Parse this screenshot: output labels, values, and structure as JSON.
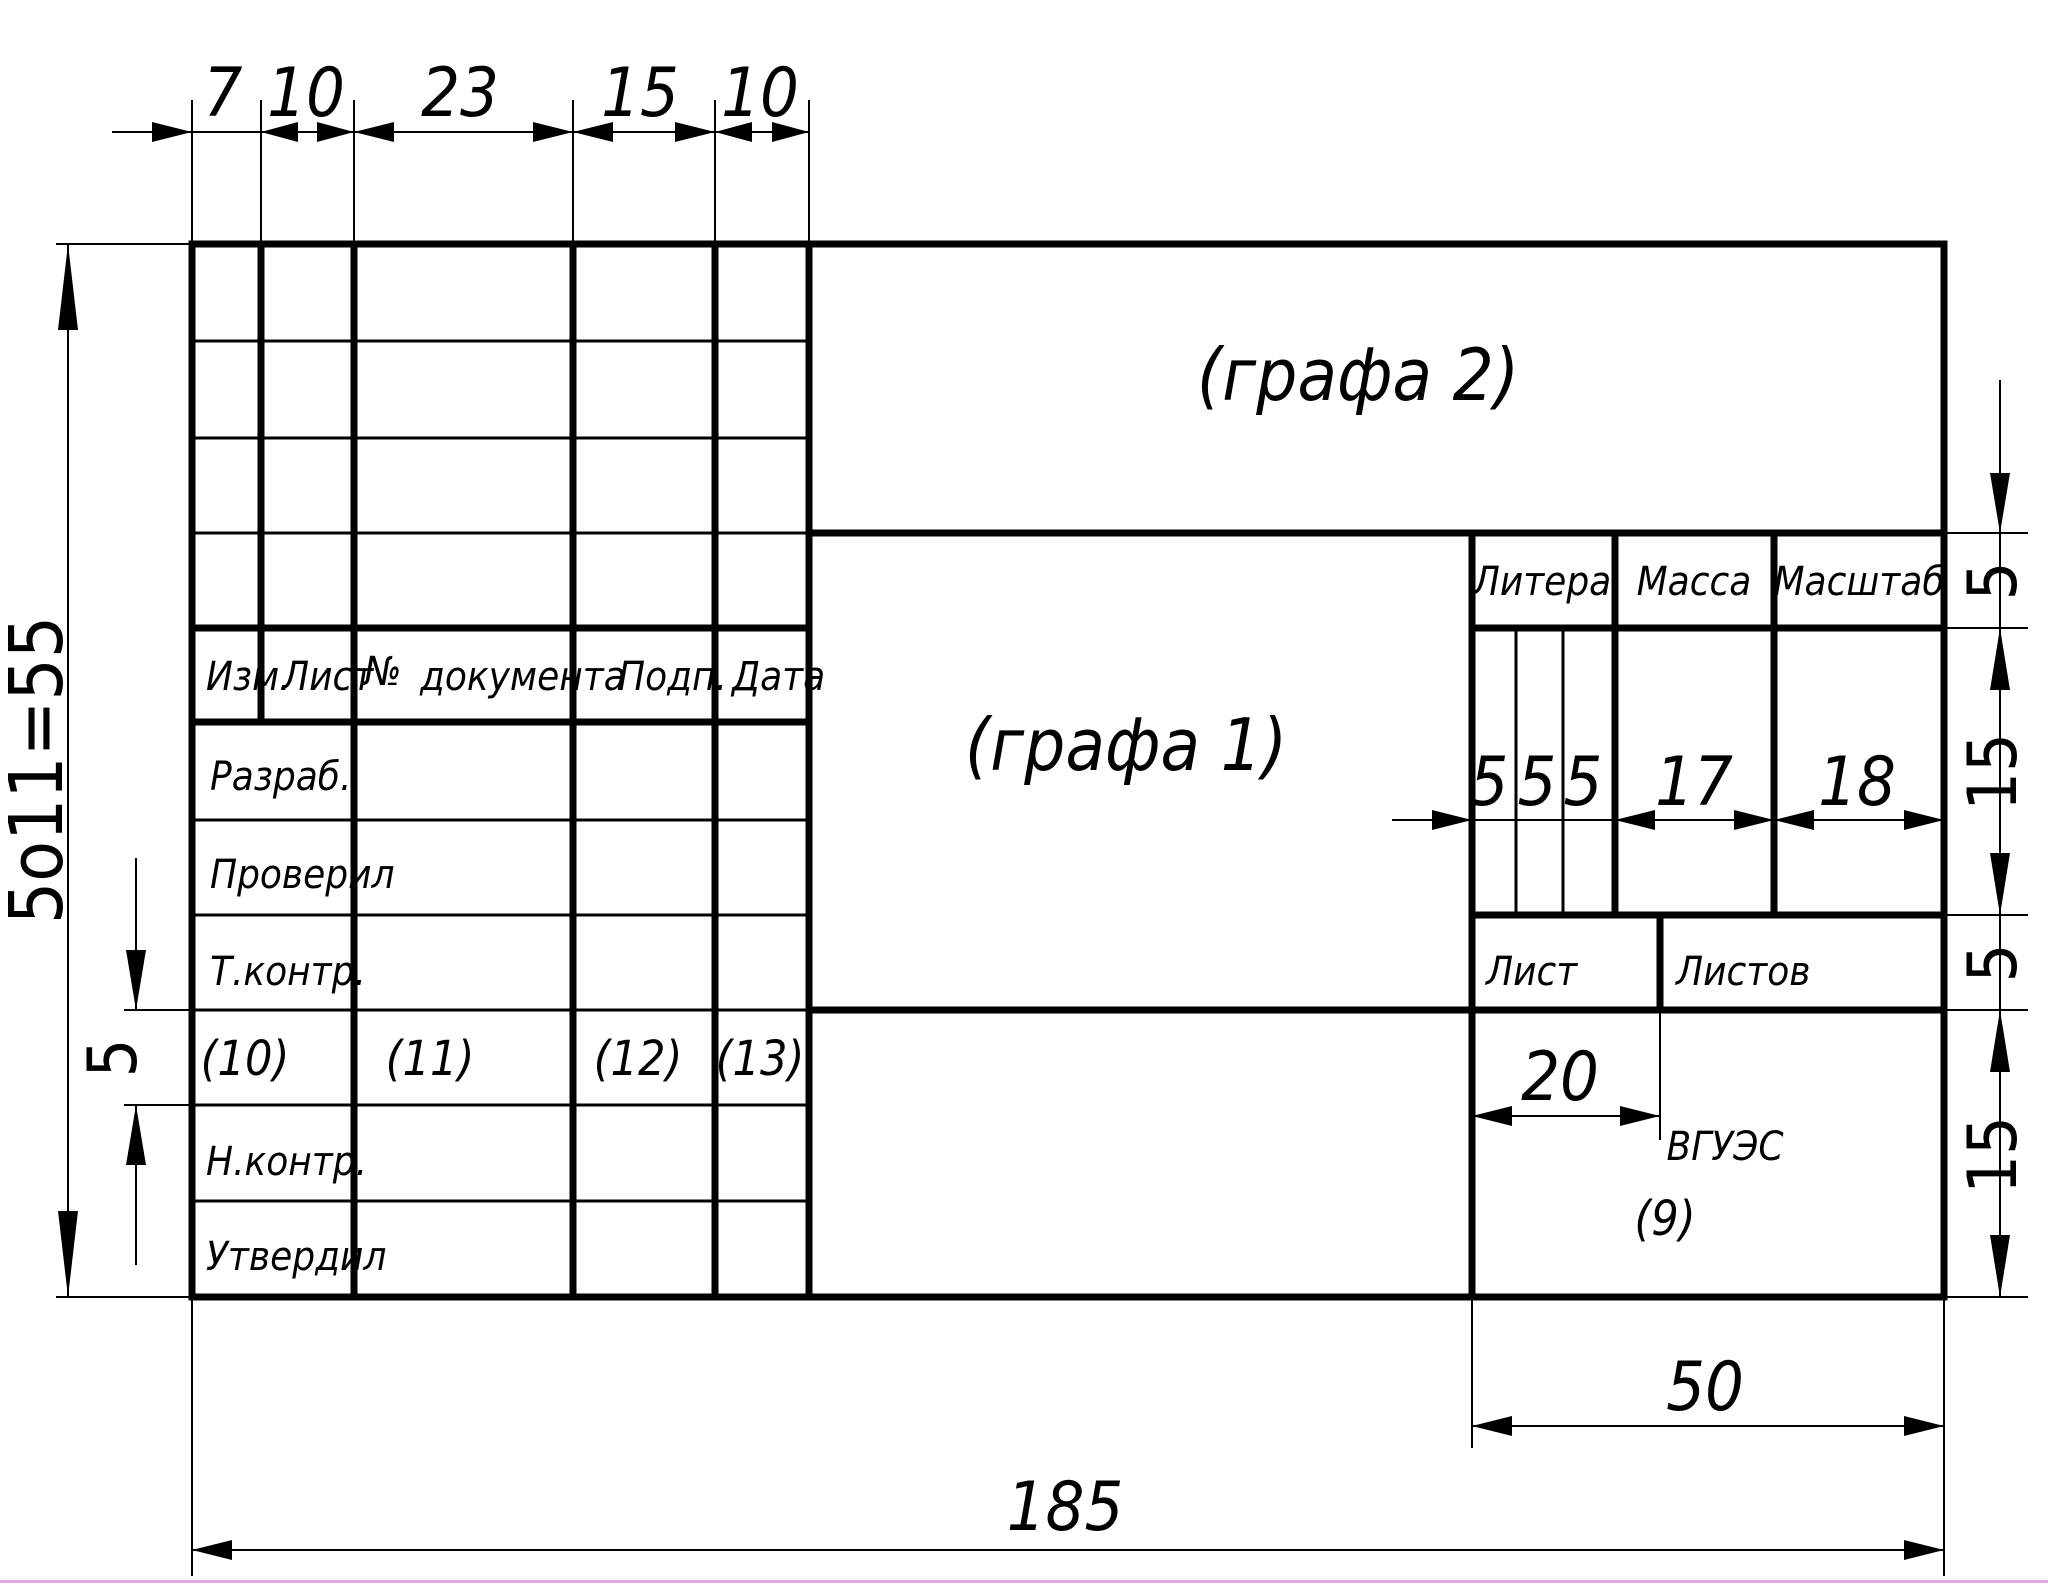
{
  "dimensions": {
    "top": [
      "7",
      "10",
      "23",
      "15",
      "10"
    ],
    "left_total": "5о11=55",
    "left_row": "5",
    "right": [
      "5",
      "15",
      "5",
      "15"
    ],
    "litera_cols": [
      "5",
      "5",
      "5"
    ],
    "massa_width": "17",
    "scale_width": "18",
    "list_width": "20",
    "bottom_block": "50",
    "bottom_total": "185"
  },
  "headers": {
    "izm": "Изм.",
    "list": "Лист",
    "no": "№",
    "doc": "документа",
    "podp": "Подп.",
    "date": "Дата"
  },
  "rows": {
    "razrab": "Разраб.",
    "proveril": "Проверил",
    "tkontr": "Т.контр.",
    "nkontr": "Н.контр.",
    "utverdil": "Утвердил"
  },
  "field_numbers": {
    "f10": "(10)",
    "f11": "(11)",
    "f12": "(12)",
    "f13": "(13)",
    "f9": "(9)"
  },
  "right_block": {
    "litera": "Литера",
    "massa": "Масса",
    "masshtab": "Масштаб",
    "list": "Лист",
    "listov": "Листов",
    "org": "ВГУЭС"
  },
  "grafa": {
    "g1": "(графа 1)",
    "g2": "(графа 2)"
  }
}
